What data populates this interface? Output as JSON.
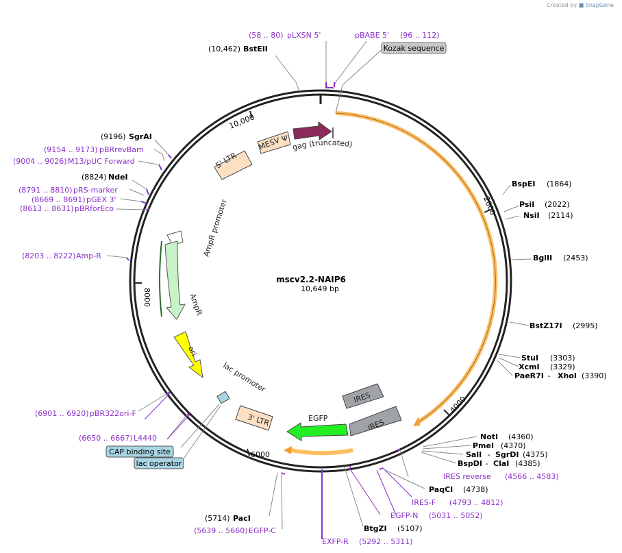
{
  "credit": {
    "prefix": "Created by",
    "brand": "SnapGene"
  },
  "plasmid": {
    "name": "mscv2.2-NAIP6",
    "length_text": "10,649 bp"
  },
  "ring_ticks": {
    "t10000": "10,000",
    "t2000": "2000",
    "t4000": "4000",
    "t6000": "6000",
    "t8000": "8000"
  },
  "features": {
    "ltr5": "5' LTR",
    "mesv": "MESV Ψ",
    "gag": "gag (truncated)",
    "ampr_promoter": "AmpR promoter",
    "ampr": "AmpR",
    "ori": "ori",
    "lac_promoter": "lac promoter",
    "ltr3": "3' LTR",
    "egfp": "EGFP",
    "ires1": "IRES",
    "ires2": "IRES"
  },
  "sites": {
    "bsteii": {
      "pos": "(10,462)",
      "name": "BstEII"
    },
    "sgrai": {
      "pos": "(9196)",
      "name": "SgrAI"
    },
    "ndei": {
      "pos": "(8824)",
      "name": "NdeI"
    },
    "bspei": {
      "name": "BspEI",
      "pos": "(1864)"
    },
    "psii": {
      "name": "PsiI",
      "pos": "(2022)"
    },
    "nsii": {
      "name": "NsiI",
      "pos": "(2114)"
    },
    "bglii": {
      "name": "BglII",
      "pos": "(2453)"
    },
    "bstz17i": {
      "name": "BstZ17I",
      "pos": "(2995)"
    },
    "stui": {
      "name": "StuI",
      "pos": "(3303)"
    },
    "xcmi": {
      "name": "XcmI",
      "pos": "(3329)"
    },
    "paer7i": {
      "name": "PaeR7I",
      "sep": " - ",
      "name2": "XhoI",
      "pos": "(3390)"
    },
    "noti": {
      "name": "NotI",
      "pos": "(4360)"
    },
    "pmei": {
      "name": "PmeI",
      "pos": "(4370)"
    },
    "sali": {
      "name": "SalI",
      "sep": " - ",
      "name2": "SgrDI",
      "pos": "(4375)"
    },
    "bspdi": {
      "name": "BspDI",
      "sep": " - ",
      "name2": "ClaI",
      "pos": "(4385)"
    },
    "paqci": {
      "name": "PaqCI",
      "pos": "(4738)"
    },
    "btgzi": {
      "name": "BtgZI",
      "pos": "(5107)"
    },
    "paci": {
      "pos": "(5714)",
      "name": "PacI"
    }
  },
  "primers": {
    "plxsn": {
      "range": "(58 .. 80)",
      "name": "pLXSN 5'"
    },
    "pbabe": {
      "name": "pBABE 5'",
      "range": "(96 .. 112)"
    },
    "pbrrevbam": {
      "range": "(9154 .. 9173)",
      "name": "pBRrevBam"
    },
    "m13": {
      "range": "(9004 .. 9026)",
      "name": "M13/pUC Forward"
    },
    "prs": {
      "range": "(8791 .. 8810)",
      "name": "pRS-marker"
    },
    "pgex": {
      "range": "(8669 .. 8691)",
      "name": "pGEX 3'"
    },
    "pbrforeco": {
      "range": "(8613 .. 8631)",
      "name": "pBRforEco"
    },
    "ampr_p": {
      "range": "(8203 .. 8222)",
      "name": "Amp-R"
    },
    "pbr322ori": {
      "range": "(6901 .. 6920)",
      "name": "pBR322ori-F"
    },
    "l4440": {
      "range": "(6650 .. 6667)",
      "name": "L4440"
    },
    "ires_rev": {
      "name": "IRES reverse",
      "range": "(4566 .. 4583)"
    },
    "ires_f": {
      "name": "IRES-F",
      "range": "(4793 .. 4812)"
    },
    "egfp_n": {
      "name": "EGFP-N",
      "range": "(5031 .. 5052)"
    },
    "exfp_r": {
      "name": "EXFP-R",
      "range": "(5292 .. 5311)"
    },
    "egfp_c": {
      "range": "(5639 .. 5660)",
      "name": "EGFP-C"
    }
  },
  "boxes": {
    "kozak": "Kozak sequence",
    "cap": "CAP binding site",
    "lacop": "lac operator"
  },
  "colors": {
    "primer": "#8b2fc9",
    "ltr": "#fde0c4",
    "gag": "#8e2a5a",
    "ampr": "#c8f3c8",
    "ori": "#ffff00",
    "egfp": "#22ee22",
    "ires": "#a0a4a8",
    "orf": "#ffb347",
    "box_blue": "#a9d5e2",
    "box_gray": "#c8c8c8"
  }
}
